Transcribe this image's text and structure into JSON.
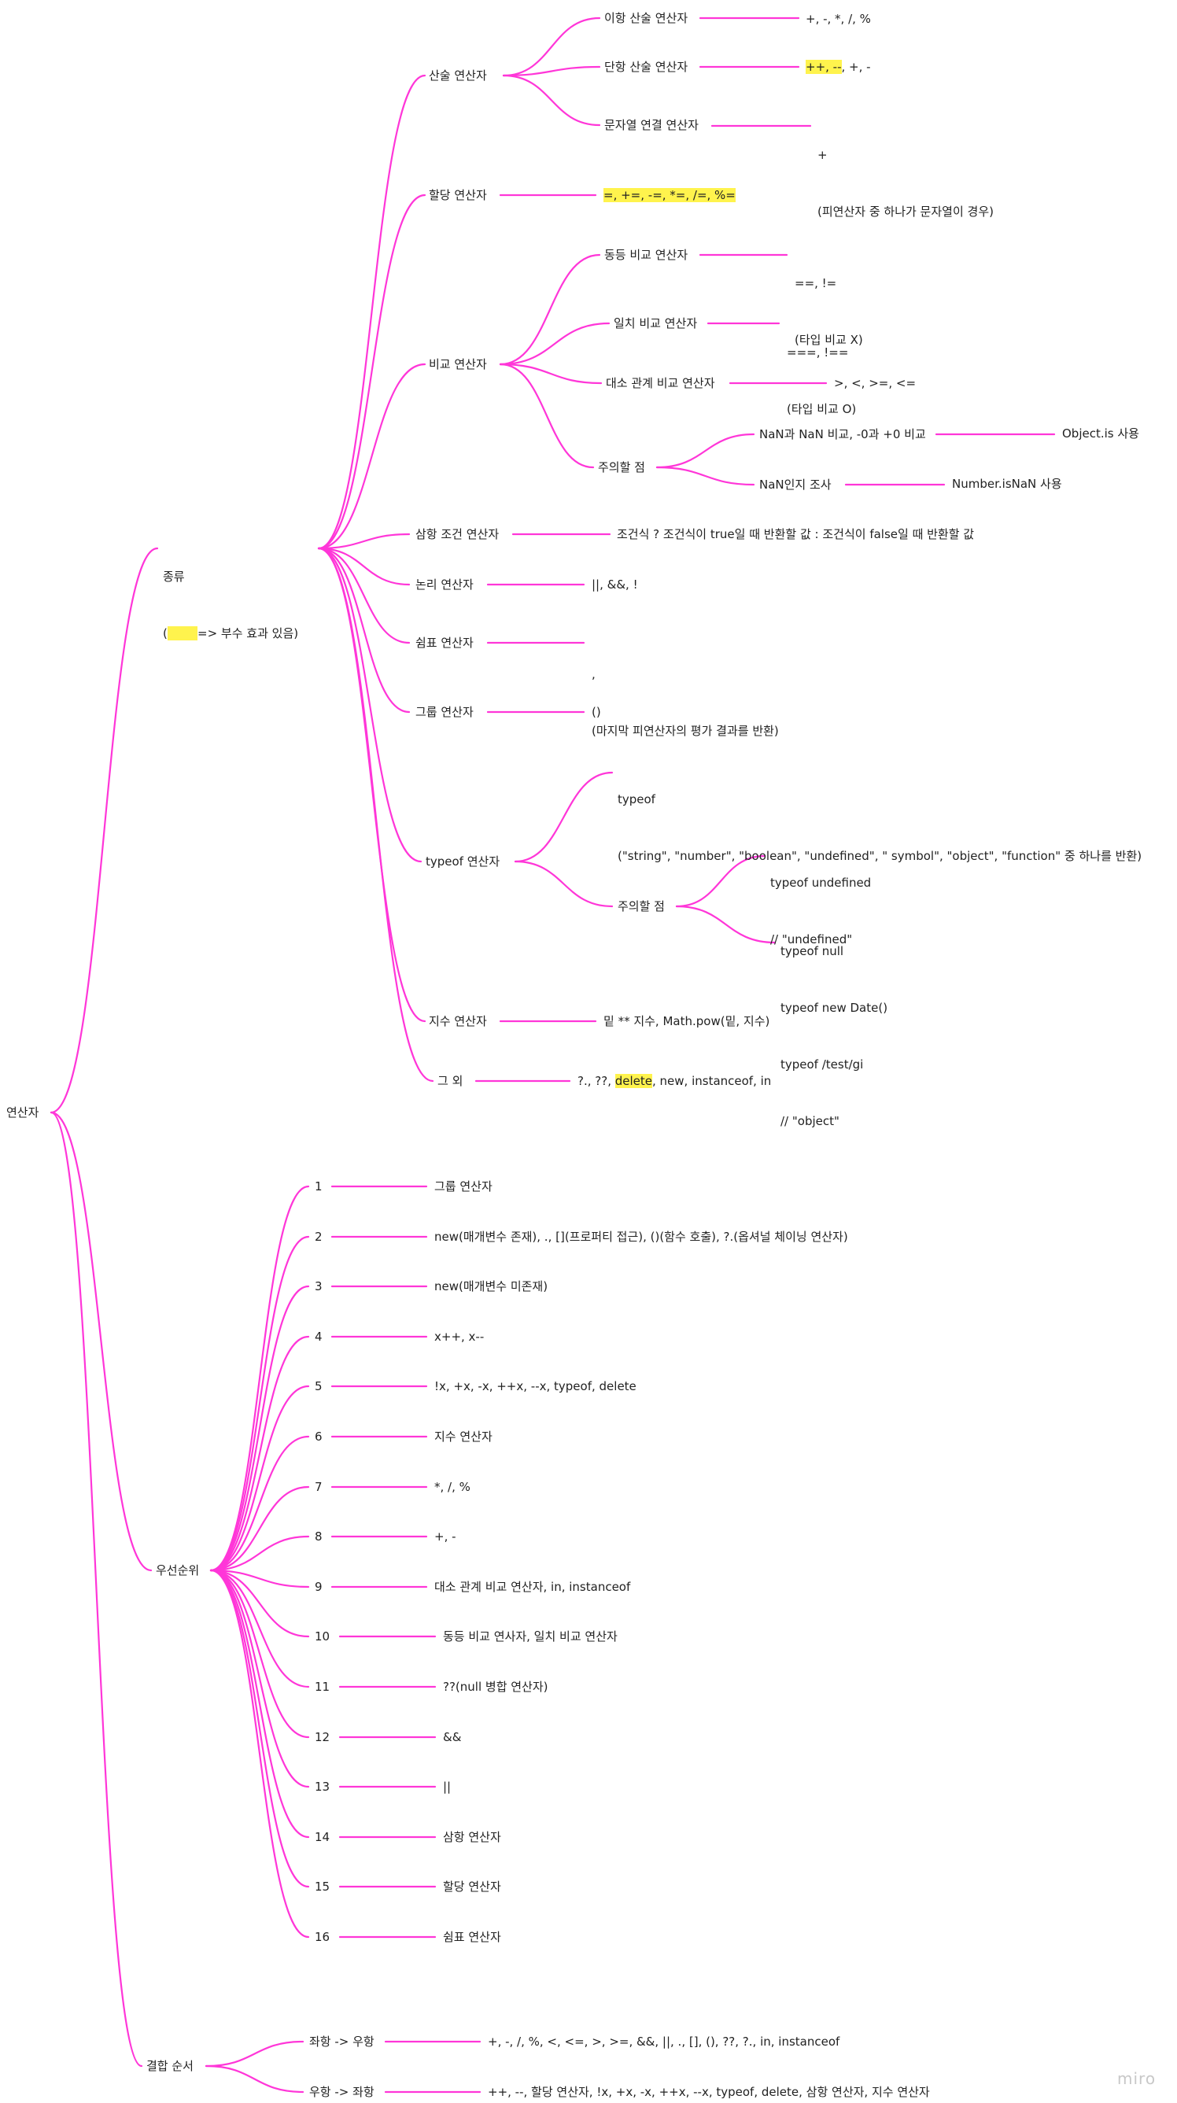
{
  "root": "연산자",
  "branches": {
    "types": {
      "title_line1": "종류",
      "title_line2_prefix": "(",
      "title_line2_swatch": "        ",
      "title_line2_suffix": "=> 부수 효과 있음)"
    },
    "precedence": {
      "title": "우선순위"
    },
    "associativity": {
      "title": "결합 순서"
    }
  },
  "arith": {
    "title": "산술 연산자",
    "binary": {
      "label": "이항 산술 연산자",
      "value": "+, -, *, /, %"
    },
    "unary": {
      "label": "단항 산술 연산자",
      "value_hl": "++, --",
      "value_rest": ", +, -"
    },
    "concat": {
      "label": "문자열 연결 연산자",
      "value_line1": "+",
      "value_line2": "(피연산자 중 하나가 문자열이 경우)"
    }
  },
  "assign": {
    "title": "할당 연산자",
    "value_hl": "=, +=, -=, *=, /=, %="
  },
  "compare": {
    "title": "비교 연산자",
    "equal": {
      "label": "동등 비교 연산자",
      "value_line1": "==, !=",
      "value_line2": "(타입 비교 X)"
    },
    "strict": {
      "label": "일치 비교 연산자",
      "value_line1": "===, !==",
      "value_line2": "(타입 비교 O)"
    },
    "relational": {
      "label": "대소 관계 비교 연산자",
      "value": ">, <, >=, <="
    },
    "caution": {
      "label": "주의할 점",
      "nan_zero": {
        "label": "NaN과 NaN 비교, -0과 +0 비교",
        "value": "Object.is 사용"
      },
      "is_nan": {
        "label": "NaN인지 조사",
        "value": "Number.isNaN 사용"
      }
    }
  },
  "ternary": {
    "title": "삼항 조건 연산자",
    "value": "조건식 ? 조건식이 true일 때 반환할 값 : 조건식이 false일 때 반환할 값"
  },
  "logical": {
    "title": "논리 연산자",
    "value": "||, &&, !"
  },
  "comma": {
    "title": "쉼표 연산자",
    "value_line1": ",",
    "value_line2": "(마지막 피연산자의 평가 결과를 반환)"
  },
  "group": {
    "title": "그룹 연산자",
    "value": "()"
  },
  "typeof": {
    "title": "typeof 연산자",
    "desc_line1": "typeof",
    "desc_line2": "(\"string\", \"number\", \"boolean\", \"undefined\", \" symbol\", \"object\", \"function\" 중 하나를 반환)",
    "caution": {
      "label": "주의할 점",
      "undef_line1": "typeof undefined",
      "undef_line2": "// \"undefined\"",
      "null_line1": "typeof null",
      "null_line2": "typeof new Date()",
      "null_line3": "typeof /test/gi",
      "null_line4": "// \"object\""
    }
  },
  "exponent": {
    "title": "지수 연산자",
    "value": "밑 ** 지수, Math.pow(밑, 지수)"
  },
  "etc": {
    "title": "그 외",
    "value_pre": "?., ??, ",
    "value_hl": "delete",
    "value_post": ", new, instanceof, in"
  },
  "precedence_items": [
    {
      "n": "1",
      "v": "그룹 연산자"
    },
    {
      "n": "2",
      "v": "new(매개변수 존재), ., [](프로퍼티 접근), ()(함수 호출), ?.(옵셔널 체이닝 연산자)"
    },
    {
      "n": "3",
      "v": "new(매개변수 미존재)"
    },
    {
      "n": "4",
      "v": "x++, x--"
    },
    {
      "n": "5",
      "v": "!x, +x, -x, ++x, --x, typeof, delete"
    },
    {
      "n": "6",
      "v": "지수 연산자"
    },
    {
      "n": "7",
      "v": "*, /, %"
    },
    {
      "n": "8",
      "v": "+, -"
    },
    {
      "n": "9",
      "v": "대소 관계 비교 연산자, in, instanceof"
    },
    {
      "n": "10",
      "v": "동등 비교 연사자, 일치 비교 연산자"
    },
    {
      "n": "11",
      "v": "??(null 병합 연산자)"
    },
    {
      "n": "12",
      "v": "&&"
    },
    {
      "n": "13",
      "v": "||"
    },
    {
      "n": "14",
      "v": "삼항 연산자"
    },
    {
      "n": "15",
      "v": "할당 연산자"
    },
    {
      "n": "16",
      "v": "쉼표 연산자"
    }
  ],
  "assoc": {
    "ltr": {
      "label": "좌항 -> 우항",
      "value": "+, -, /, %, <, <=, >, >=, &&, ||, ., [], (), ??, ?., in, instanceof"
    },
    "rtl": {
      "label": "우항 -> 좌항",
      "value": "++, --, 할당 연산자, !x, +x, -x, ++x, --x, typeof, delete, 삼항 연산자, 지수 연산자"
    }
  },
  "watermark": "miro",
  "colors": {
    "edge": "#ff36d8",
    "highlight": "#fff34d"
  }
}
